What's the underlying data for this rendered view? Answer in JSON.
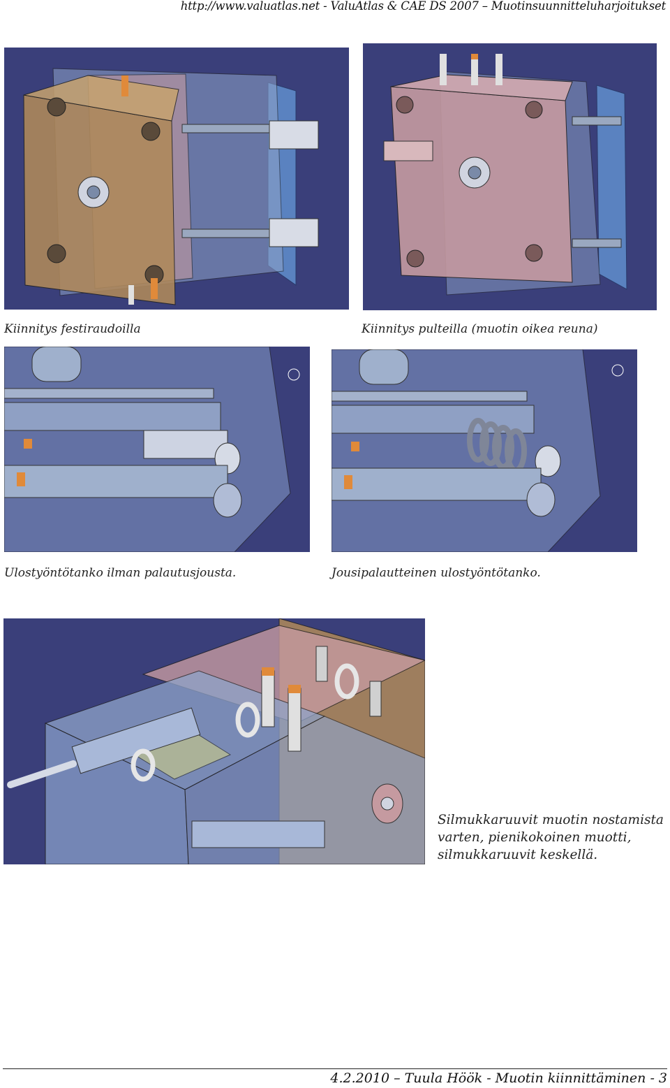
{
  "header": {
    "text": "http://www.valuatlas.net - ValuAtlas & CAE DS 2007 – Muotinsuunnitteluharjoitukset"
  },
  "figures": [
    {
      "caption": "Kiinnitys festiraudoilla"
    },
    {
      "caption": "Kiinnitys pulteilla (muotin oikea reuna)"
    },
    {
      "caption": "Ulostyöntötanko ilman palautusjousta."
    },
    {
      "caption": "Jousipalautteinen ulostyöntötanko."
    },
    {
      "caption_lines": [
        "Silmukkaruuvit muotin nostamista",
        "varten, pienikokoinen muotti,",
        "silmukkaruuvit keskellä."
      ]
    }
  ],
  "footer": {
    "text": "4.2.2010 – Tuula Höök - Muotin kiinnittäminen - 3"
  },
  "colors": {
    "cad_background": "#3a3f7a",
    "mould_tan": "#b0895a",
    "mould_pink": "#c59aa0",
    "mould_blue": "#8fa3c9",
    "bolt_orange": "#e08a3a",
    "frame_blue": "#5a82c0"
  }
}
